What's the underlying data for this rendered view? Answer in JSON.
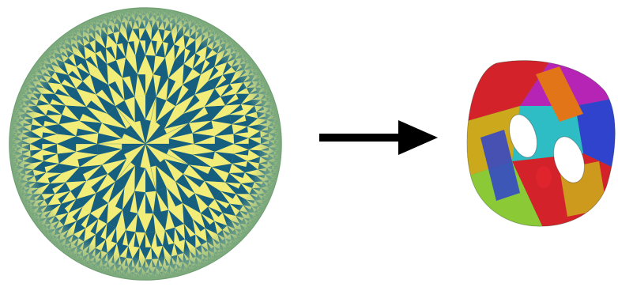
{
  "figure": {
    "left_panel": {
      "icon": "hyperbolic-tiling-disk",
      "colors": {
        "rim": "#8fb78c",
        "rim_dark": "#6f9f72",
        "tile_light": "#f2ec78",
        "tile_dark": "#165f7f"
      }
    },
    "connector": {
      "icon": "right-arrow",
      "color": "#000000"
    },
    "right_panel": {
      "icon": "genus-surface-3d",
      "colors": [
        "#e0242e",
        "#25b83a",
        "#d7b11f",
        "#3347d8",
        "#c026c0",
        "#31c8d0",
        "#f07c1b",
        "#93d43a"
      ]
    }
  }
}
